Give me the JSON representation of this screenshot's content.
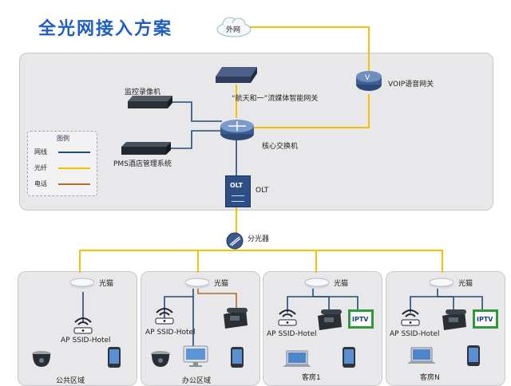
{
  "title": "全光网接入方案",
  "colors": {
    "network": "#1f4e79",
    "fiber": "#f2c300",
    "phone": "#b06a2a",
    "title": "#1f5fbf"
  },
  "legend": {
    "title": "图例",
    "items": [
      {
        "label": "网线",
        "color": "#1f4e79"
      },
      {
        "label": "光纤",
        "color": "#f2c300"
      },
      {
        "label": "电话",
        "color": "#b06a2a"
      }
    ]
  },
  "core": {
    "internet": "外网",
    "gateway": "“航天和一”流媒体智能网关",
    "voip": "VOIP语音网关",
    "nvr": "监控录像机",
    "pms": "PMS酒店管理系统",
    "core_switch": "核心交换机",
    "olt": "OLT",
    "olt_badge": "OLT",
    "splitter": "分光器"
  },
  "zones": [
    {
      "modem": "光猫",
      "ap": "AP SSID-Hotel",
      "label": "公共区域",
      "iptv": ""
    },
    {
      "modem": "光猫",
      "ap": "AP SSID-Hotel",
      "label": "办公区域",
      "iptv": ""
    },
    {
      "modem": "光猫",
      "ap": "AP SSID-Hotel",
      "label": "客房1",
      "iptv": "IPTV"
    },
    {
      "modem": "光猫",
      "ap": "AP SSID-Hotel",
      "label": "客房N",
      "iptv": "IPTV"
    }
  ]
}
